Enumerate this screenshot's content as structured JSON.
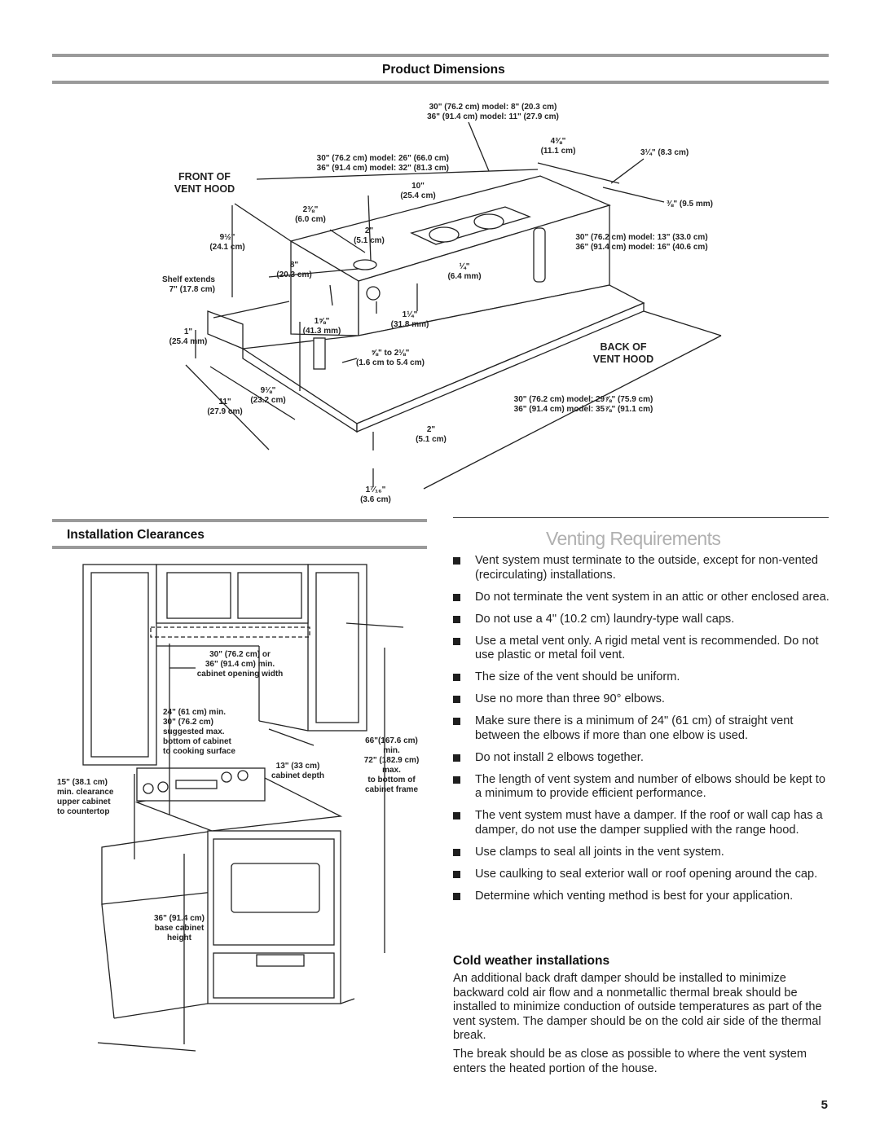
{
  "product_dimensions": {
    "heading": "Product Dimensions",
    "labels": {
      "front_of_hood": "FRONT OF\nVENT HOOD",
      "back_of_hood": "BACK OF\nVENT HOOD",
      "depth_models_top": "30\" (76.2 cm) model: 8\" (20.3 cm)\n36\" (91.4 cm) model: 11\" (27.9 cm)",
      "width_models_top": "30\" (76.2 cm) model: 26\" (66.0 cm)\n36\" (91.4 cm) model: 32\" (81.3 cm)",
      "dim_4_3_8": "4⅜\"\n(11.1 cm)",
      "dim_3_1_4": "3¼\" (8.3 cm)",
      "dim_3_8": "⅜\" (9.5 mm)",
      "dim_10": "10\"\n(25.4 cm)",
      "dim_2_3_8": "2⅜\"\n(6.0 cm)",
      "dim_2a": "2\"\n(5.1 cm)",
      "dim_9_1_2": "9½\"\n(24.1 cm)",
      "width_models_right": "30\" (76.2 cm) model: 13\" (33.0 cm)\n36\" (91.4 cm) model: 16\" (40.6 cm)",
      "dim_8": "8\"\n(20.3 cm)",
      "dim_1_4": "¼\"\n(6.4 mm)",
      "shelf_extends": "Shelf extends\n7\" (17.8 cm)",
      "dim_1_5_8": "1⅝\"\n(41.3 mm)",
      "dim_1_1_4": "1¼\"\n(31.8 mm)",
      "dim_1": "1\"\n(25.4 mm)",
      "dim_5_8_to": "⅝\" to 2⅛\"\n(1.6 cm to 5.4 cm)",
      "dim_9_1_8": "9⅛\"\n(23.2 cm)",
      "dim_11": "11\"\n(27.9 cm)",
      "length_models": "30\" (76.2 cm) model: 29⅞\" (75.9 cm)\n36\" (91.4 cm) model: 35⅞\" (91.1 cm)",
      "dim_2b": "2\"\n(5.1 cm)",
      "dim_1_7_16": "1⁷⁄₁₆\"\n(3.6 cm)"
    }
  },
  "installation_clearances": {
    "heading": "Installation Clearances",
    "labels": {
      "cabinet_opening": "30\" (76.2 cm) or\n36\" (91.4 cm) min.\ncabinet opening width",
      "cooking_surface": "24\" (61 cm) min.\n30\" (76.2 cm)\nsuggested max.\nbottom of cabinet\nto cooking surface",
      "cabinet_depth": "13\" (33 cm)\ncabinet depth",
      "height_frame": "66\"(167.6 cm)\nmin.\n72\" (182.9 cm)\nmax.\nto bottom of\ncabinet frame",
      "side_clearance": "15\" (38.1 cm)\nmin. clearance\nupper cabinet\nto countertop",
      "base_height": "36\" (91.4 cm)\nbase cabinet\nheight"
    }
  },
  "venting": {
    "title": "Venting Requirements",
    "items": [
      "Vent system must terminate to the outside, except for non-vented (recirculating) installations.",
      "Do not terminate the vent system in an attic or other enclosed area.",
      "Do not use a 4\" (10.2 cm) laundry-type wall caps.",
      "Use a metal vent only. A rigid metal vent is recommended. Do not use plastic or metal foil vent.",
      "The size of the vent should be uniform.",
      "Use no more than three 90° elbows.",
      "Make sure there is a minimum of 24\" (61 cm) of straight vent between the elbows if more than one elbow is used.",
      "Do not install 2 elbows together.",
      "The length of vent system and number of elbows should be kept to a minimum to provide efficient performance.",
      "The vent system must have a damper. If the roof or wall cap has a damper, do not use the damper supplied with the range hood.",
      "Use clamps to seal all joints in the vent system.",
      "Use caulking to seal exterior wall or roof opening around the cap.",
      "Determine which venting method is best for your application."
    ],
    "cold_weather_heading": "Cold weather installations",
    "cold_weather_p1": "An additional back draft damper should be installed to minimize backward cold air flow and a nonmetallic thermal break should be installed to minimize conduction of outside temperatures as part of the vent system. The damper should be on the cold air side of the thermal break.",
    "cold_weather_p2": "The break should be as close as possible to where the vent system enters the heated portion of the house."
  },
  "page_number": "5"
}
